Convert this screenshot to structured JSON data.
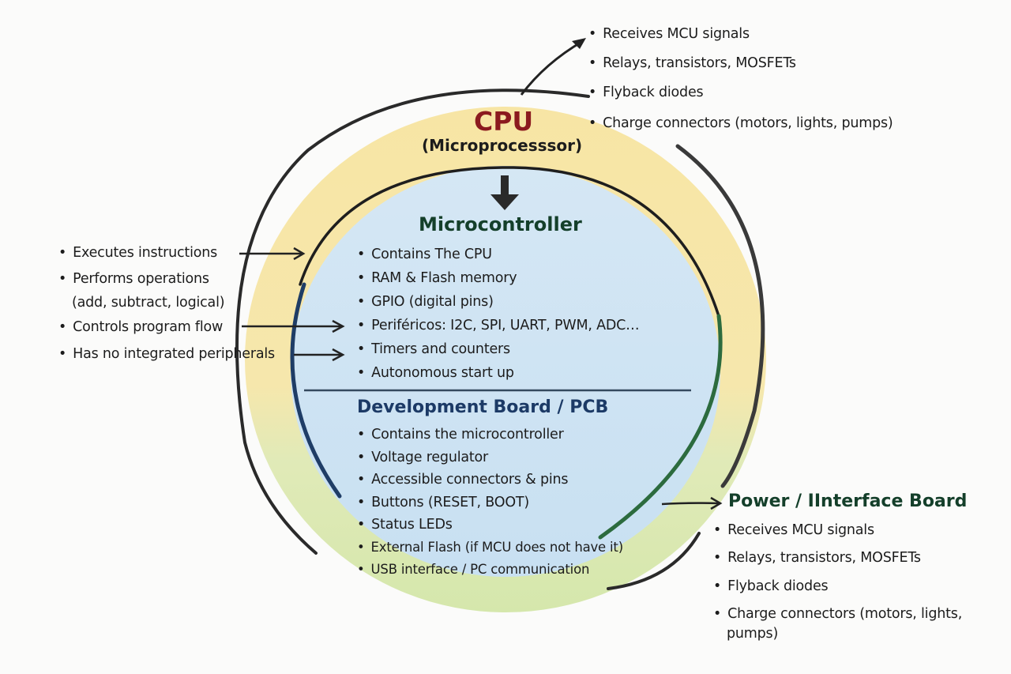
{
  "colors": {
    "cpu_fill": "#f7e6a6",
    "mcu_fill": "#cfe4f3",
    "power_fill": "#d6e8b0",
    "cpu_title": "#8b1a1f",
    "mcu_title": "#143f2a",
    "dev_title": "#1c3a66",
    "power_title": "#143f2a",
    "outline": "#2a2a2a"
  },
  "cpu": {
    "title": "CPU",
    "subtitle": "(Microprocesssor)",
    "features": [
      "Executes instructions",
      "Performs operations",
      "(add, subtract, logical)",
      "Controls program flow",
      "Has no integrated peripherals"
    ]
  },
  "top_callout": {
    "items": [
      "Receives MCU signals",
      "Relays, transistors, MOSFETs",
      "Flyback diodes",
      "Charge connectors (motors, lights, pumps)"
    ]
  },
  "microcontroller": {
    "title": "Microcontroller",
    "items": [
      "Contains The CPU",
      "RAM & Flash memory",
      "GPIO (digital pins)",
      "Periféricos: I2C, SPI, UART, PWM, ADC…",
      "Timers and counters",
      "Autonomous start up"
    ]
  },
  "dev_board": {
    "title": "Development Board / PCB",
    "items": [
      "Contains the microcontroller",
      "Voltage regulator",
      "Accessible connectors & pins",
      "Buttons (RESET, BOOT)",
      "Status LEDs",
      "External Flash (if MCU does not have it)",
      "USB interface / PC communication"
    ]
  },
  "power_board": {
    "title": "Power / IInterface Board",
    "items": [
      "Receives MCU signals",
      "Relays, transistors, MOSFETs",
      "Flyback diodes",
      "Charge connectors (motors, lights,",
      "pumps)"
    ]
  }
}
